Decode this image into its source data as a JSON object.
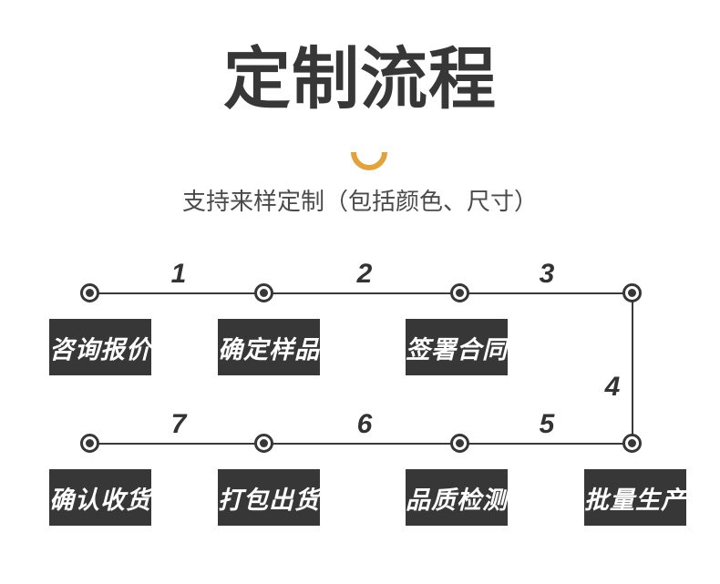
{
  "header": {
    "title": "定制流程",
    "subtitle": "支持来样定制（包括颜色、尺寸）"
  },
  "icons": {
    "smile_arc": "orange-half-circle-arc"
  },
  "colors": {
    "ink": "#373737",
    "accent": "#E2A23C",
    "subtitle_gray": "#4A4A4A",
    "box_text": "#FFFFFF"
  },
  "steps": [
    {
      "order": "1",
      "label": "咨询报价"
    },
    {
      "order": "2",
      "label": "确定样品"
    },
    {
      "order": "3",
      "label": "签署合同"
    },
    {
      "order": "4",
      "label": "批量生产"
    },
    {
      "order": "5",
      "label": "品质检测"
    },
    {
      "order": "6",
      "label": "打包出货"
    },
    {
      "order": "7",
      "label": "确认收货"
    }
  ]
}
